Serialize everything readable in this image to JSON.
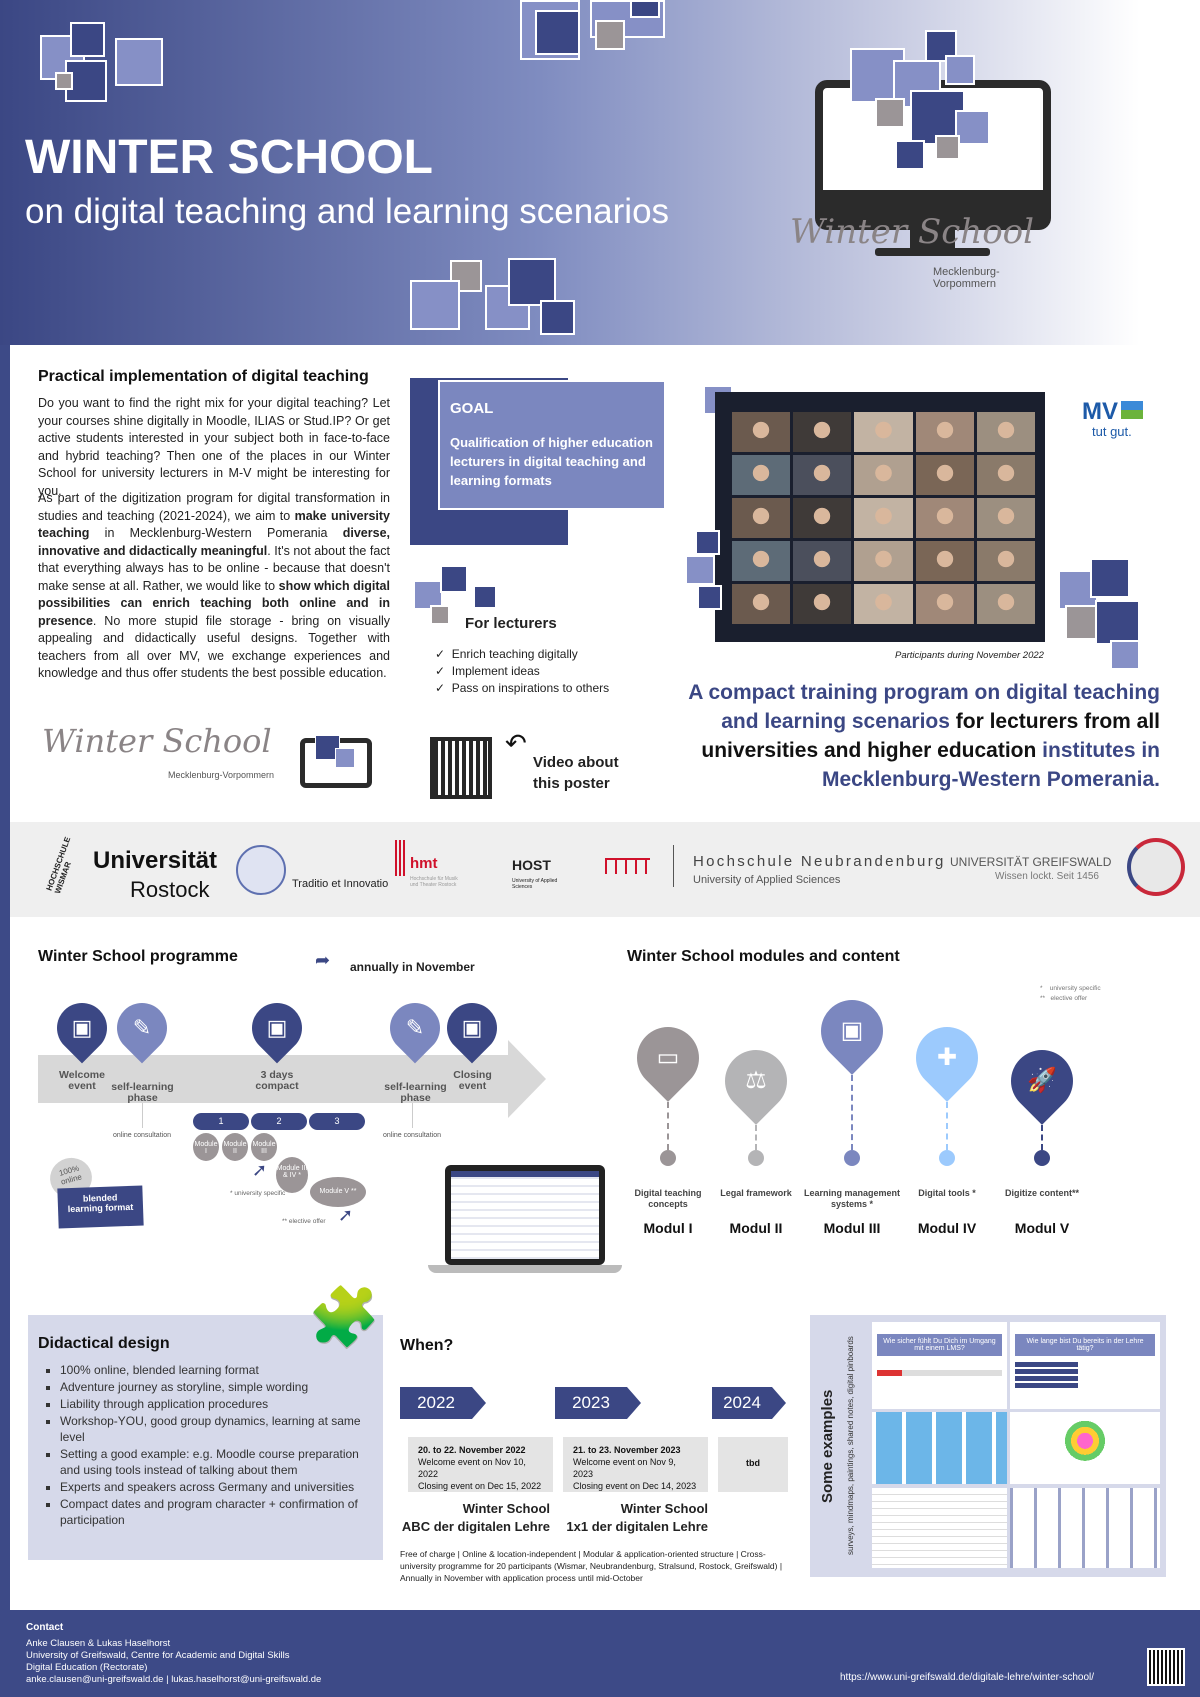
{
  "header": {
    "title": "WINTER SCHOOL",
    "subtitle": "on digital teaching and learning scenarios",
    "logo_text": "Winter School",
    "logo_region": "Mecklenburg-Vorpommern"
  },
  "intro": {
    "heading": "Practical implementation of digital teaching",
    "p1": "Do you want to find the right mix for your digital teaching? Let your courses shine digitally in Moodle, ILIAS or Stud.IP? Or get active students interested in your subject both in face-to-face and hybrid teaching? Then one of the places in our Winter School for university lecturers in M-V might be interesting for you.",
    "p2a": "As part of the digitization program for digital transformation in studies and teaching (2021-2024), we aim to ",
    "p2b": "make university teaching",
    "p2c": " in Mecklenburg-Western Pomerania ",
    "p2d": "diverse, innovative and didactically meaningful",
    "p2e": ". It's not about the fact that everything always has to be online - because that doesn't make sense at all. Rather, we would like to ",
    "p2f": "show which digital possibilities can enrich teaching both online and in presence",
    "p2g": ". No more stupid file storage - bring on visually appealing and didactically useful designs. Together with teachers from all over MV, we exchange experiences and knowledge and thus offer students the best possible education."
  },
  "goal": {
    "title": "GOAL",
    "text": "Qualification of higher education lecturers in digital teaching and learning formats"
  },
  "lecturers": {
    "title": "For lecturers",
    "items": [
      "Enrich teaching digitally",
      "Implement ideas",
      "Pass on inspirations to others"
    ]
  },
  "video": {
    "label": "Video about this poster"
  },
  "photo": {
    "caption": "Participants during November 2022"
  },
  "mv_logo": {
    "text": "MV",
    "tagline": "tut gut."
  },
  "tagline": {
    "part1": "A compact training program on digital teaching and learning scenarios",
    "part2": " for lecturers from all universities and higher education ",
    "part3": "institutes in Mecklenburg-Western Pomerania."
  },
  "partners": {
    "wismar": "HOCHSCHULE WISMAR",
    "rostock1": "Universität",
    "rostock2": "Rostock",
    "rostock_motto": "Traditio et Innovatio",
    "hmt": "hmt",
    "hmt_sub": "Hochschule für Musik und Theater Rostock",
    "host": "HOST",
    "host_sub": "University of Applied Sciences",
    "nb1": "Hochschule Neubrandenburg",
    "nb2": "University of Applied Sciences",
    "gw1": "UNIVERSITÄT GREIFSWALD",
    "gw2": "Wissen lockt. Seit 1456"
  },
  "programme": {
    "heading": "Winter School programme",
    "annual": "annually in November",
    "steps": [
      "Welcome event",
      "self-learning phase",
      "3 days compact",
      "self-learning phase",
      "Closing event"
    ],
    "consult": "online consultation",
    "days": [
      "1",
      "2",
      "3"
    ],
    "modules": [
      "Module I",
      "Module II",
      "Module III",
      "Module III & IV *",
      "Module V **"
    ],
    "uni_specific": "* university specific",
    "elective": "** elective offer",
    "online": "100% online",
    "blended": "blended learning format"
  },
  "modules": {
    "heading": "Winter School modules and content",
    "legend1": "*    university specific",
    "legend2": "**   elective offer",
    "items": [
      {
        "desc": "Digital teaching concepts",
        "name": "Modul I",
        "color": "#9b9597"
      },
      {
        "desc": "Legal framework",
        "name": "Modul II",
        "color": "#b4b4b6"
      },
      {
        "desc": "Learning management systems *",
        "name": "Modul III",
        "color": "#7b87bf"
      },
      {
        "desc": "Digital tools *",
        "name": "Modul IV",
        "color": "#9ccafd"
      },
      {
        "desc": "Digitize content**",
        "name": "Modul V",
        "color": "#3b4784"
      }
    ]
  },
  "didactic": {
    "heading": "Didactical design",
    "items": [
      "100% online, blended learning format",
      "Adventure journey as storyline, simple wording",
      "Liability through application procedures",
      "Workshop-YOU, good group dynamics, learning at same level",
      "Setting a good example: e.g. Moodle course preparation and using tools instead of talking about them",
      "Experts and speakers across Germany and universities",
      "Compact dates and program character + confirmation of participation"
    ]
  },
  "when": {
    "heading": "When?",
    "years": [
      {
        "year": "2022",
        "dates": "20. to 22. November 2022",
        "welcome": "Welcome event on Nov 10, 2022",
        "closing": "Closing event on Dec 15, 2022",
        "name1": "Winter School",
        "name2": "ABC der digitalen Lehre"
      },
      {
        "year": "2023",
        "dates": "21. to 23. November 2023",
        "welcome": "Welcome event on Nov 9, 2023",
        "closing": "Closing event on Dec 14, 2023",
        "name1": "Winter School",
        "name2": "1x1 der digitalen Lehre"
      },
      {
        "year": "2024",
        "dates": "tbd"
      }
    ],
    "note": "Free of charge | Online & location-independent | Modular & application-oriented structure | Cross-university programme for 20 participants (Wismar, Neubrandenburg, Stralsund, Rostock, Greifswald) | Annually in November with application process until mid-October"
  },
  "examples": {
    "title": "Some examples",
    "subtitle": "surveys, mindmaps, paintings, shared notes, digital pinboards",
    "s1": "Wie sicher fühlt Du Dich im Umgang mit einem LMS?",
    "s2": "Wie lange bist Du bereits in der Lehre tätig?"
  },
  "footer": {
    "heading": "Contact",
    "names": "Anke Clausen & Lukas Haselhorst",
    "org": "University of Greifswald, Centre for Academic and Digital Skills",
    "dept": "Digital Education (Rectorate)",
    "emails": "anke.clausen@uni-greifswald.de | lukas.haselhorst@uni-greifswald.de",
    "url": "https://www.uni-greifswald.de/digitale-lehre/winter-school/"
  },
  "colors": {
    "navy": "#3b4784",
    "light": "#7b87bf",
    "panel": "#d6d9ea"
  }
}
